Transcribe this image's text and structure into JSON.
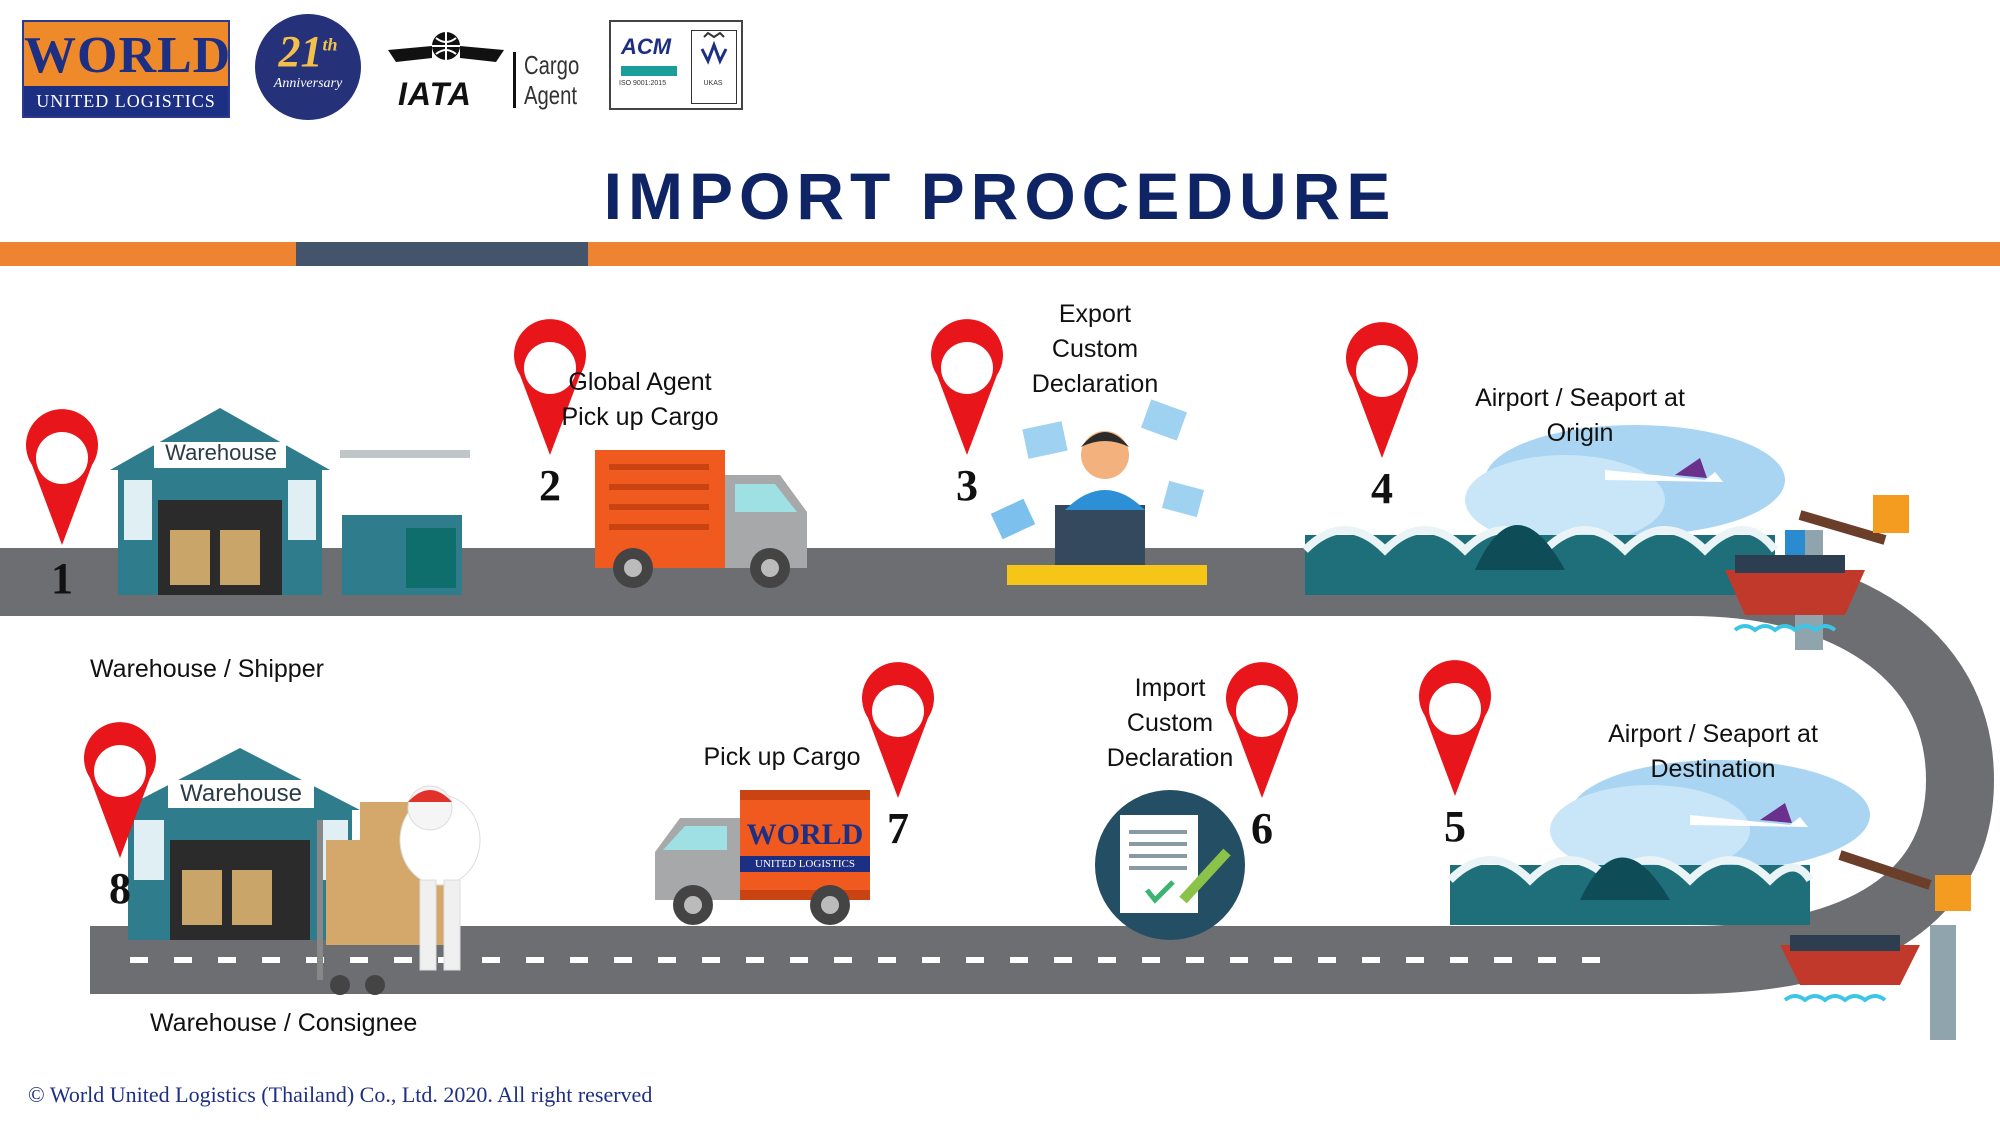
{
  "logos": {
    "world_main": "WORLD",
    "world_sub": "UNITED LOGISTICS",
    "anniversary_number": "21",
    "anniversary_suffix": "th",
    "anniversary_text": "Anniversary",
    "iata_text": "IATA",
    "cargo_agent_line1": "Cargo",
    "cargo_agent_line2": "Agent",
    "acm_text": "ACM",
    "acm_iso": "ISO 9001:2015",
    "ukas_text": "UKAS"
  },
  "title": "IMPORT PROCEDURE",
  "colors": {
    "title": "#0f2464",
    "band_orange": "#ee8431",
    "band_slate": "#44546a",
    "road": "#6d6e71",
    "pin": "#e8151b"
  },
  "steps": [
    {
      "number": "1",
      "label_lines": [
        "Warehouse / Shipper"
      ],
      "icon": "warehouse-icon"
    },
    {
      "number": "2",
      "label_lines": [
        "Global Agent",
        "Pick up Cargo"
      ],
      "icon": "truck-icon"
    },
    {
      "number": "3",
      "label_lines": [
        "Export",
        "Custom",
        "Declaration"
      ],
      "icon": "office-worker-icon"
    },
    {
      "number": "4",
      "label_lines": [
        "Airport / Seaport at",
        "Origin"
      ],
      "icon": "airport-seaport-icon"
    },
    {
      "number": "5",
      "label_lines": [
        "Airport / Seaport at",
        "Destination"
      ],
      "icon": "airport-seaport-icon"
    },
    {
      "number": "6",
      "label_lines": [
        "Import",
        "Custom",
        "Declaration"
      ],
      "icon": "document-icon"
    },
    {
      "number": "7",
      "label_lines": [
        "Pick up Cargo"
      ],
      "icon": "truck-icon"
    },
    {
      "number": "8",
      "label_lines": [
        "Warehouse / Consignee"
      ],
      "icon": "warehouse-icon"
    }
  ],
  "warehouse_sign": "Warehouse",
  "truck_logo_main": "WORLD",
  "truck_logo_sub": "UNITED LOGISTICS",
  "footer": "© World United Logistics (Thailand) Co., Ltd. 2020. All right reserved"
}
